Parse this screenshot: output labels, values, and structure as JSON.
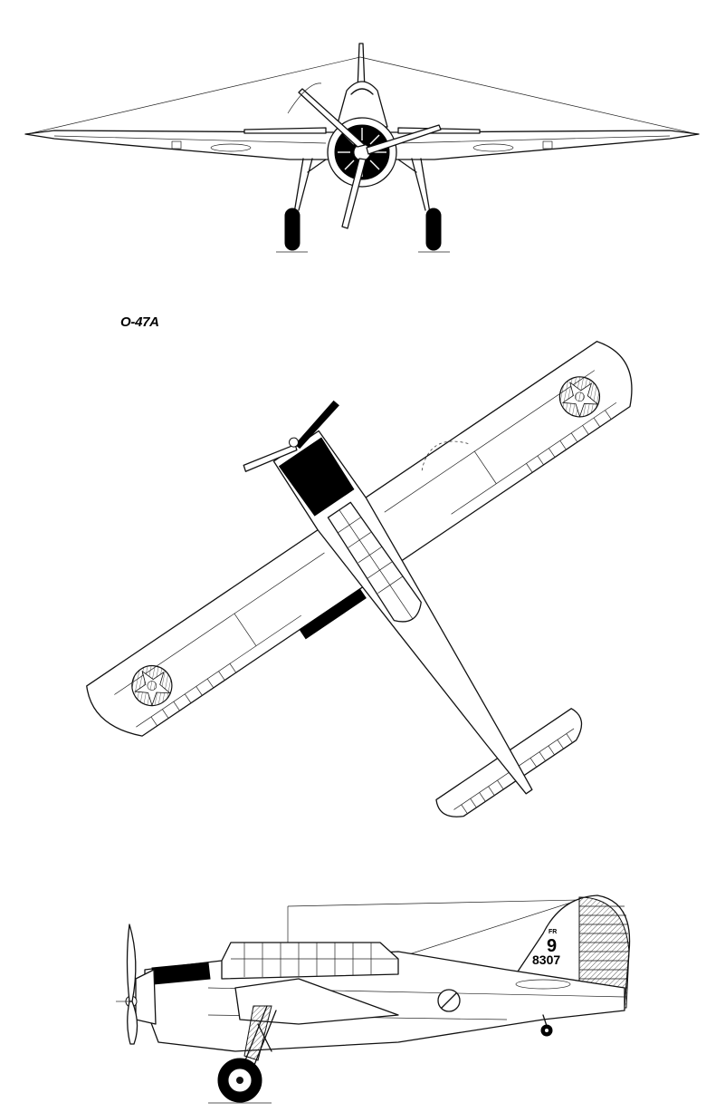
{
  "caption": "O-47A",
  "markings": {
    "tail_number_large": "9",
    "tail_serial": "8307",
    "tail_prefix": "FR"
  },
  "views": {
    "front": "front-view",
    "top": "top-view",
    "side": "side-view"
  }
}
